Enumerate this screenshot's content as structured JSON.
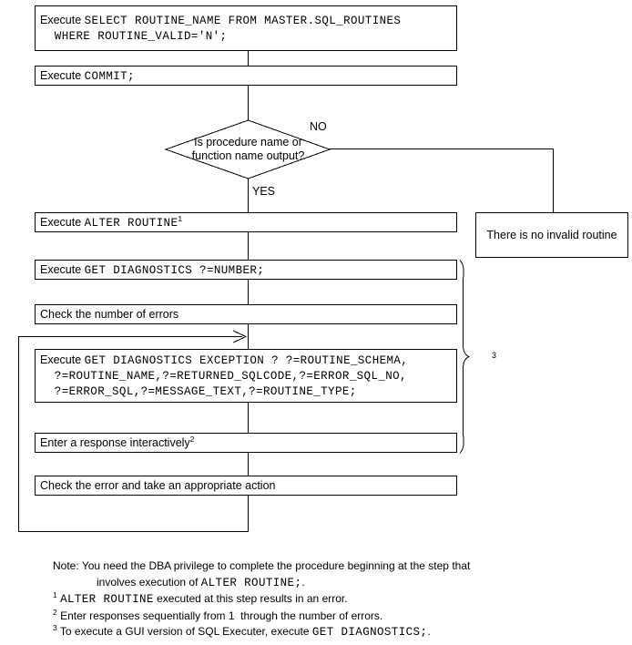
{
  "diagram": {
    "title": "SQL Executer invalid routine handling flowchart",
    "nodes": {
      "step1": "Execute SELECT ROUTINE_NAME FROM MASTER.SQL_ROUTINES\n  WHERE ROUTINE_VALID='N';",
      "step1_prefix": "Execute ",
      "step1_code_line1": "SELECT ROUTINE_NAME FROM MASTER.SQL_ROUTINES",
      "step1_code_line2": "  WHERE ROUTINE_VALID='N';",
      "step2_prefix": "Execute ",
      "step2_code": "COMMIT;",
      "decision_line1": "Is procedure name or",
      "decision_line2": "function name output?",
      "decision_yes": "YES",
      "decision_no": "NO",
      "no_invalid_routine": "There is no invalid routine",
      "step3_prefix": "Execute ",
      "step3_code": "ALTER ROUTINE",
      "step3_sup": "1",
      "step4_prefix": "Execute ",
      "step4_code": "GET DIAGNOSTICS ?=NUMBER;",
      "step5": "Check the number of errors",
      "step6_prefix": "Execute ",
      "step6_code_line1": "GET DIAGNOSTICS EXCEPTION ? ?=ROUTINE_SCHEMA,",
      "step6_code_line2": "  ?=ROUTINE_NAME,?=RETURNED_SQLCODE,?=ERROR_SQL_NO,",
      "step6_code_line3": "  ?=ERROR_SQL,?=MESSAGE_TEXT,?=ROUTINE_TYPE;",
      "step7": "Enter a response interactively",
      "step7_sup": "2",
      "step8": "Check the error and take an appropriate action",
      "brace_marker": "3"
    },
    "notes": {
      "note_label": "Note: ",
      "note_line1": "You need the DBA privilege to complete the procedure beginning at the step that",
      "note_line2": "involves execution of ",
      "note_line2_code": "ALTER ROUTINE;",
      "note_line2_tail": ".",
      "fn1_marker": "1",
      "fn1_code": "ALTER ROUTINE",
      "fn1_text": " executed at this step results in an error.",
      "fn2_marker": "2",
      "fn2_text": "Enter responses sequentially from 1  through the number of errors.",
      "fn3_marker": "3",
      "fn3_text_a": "To execute a GUI version of SQL Executer, execute ",
      "fn3_code": "GET DIAGNOSTICS;",
      "fn3_text_b": "."
    },
    "colors": {
      "line": "#000000",
      "background": "#ffffff",
      "text": "#000000"
    }
  }
}
